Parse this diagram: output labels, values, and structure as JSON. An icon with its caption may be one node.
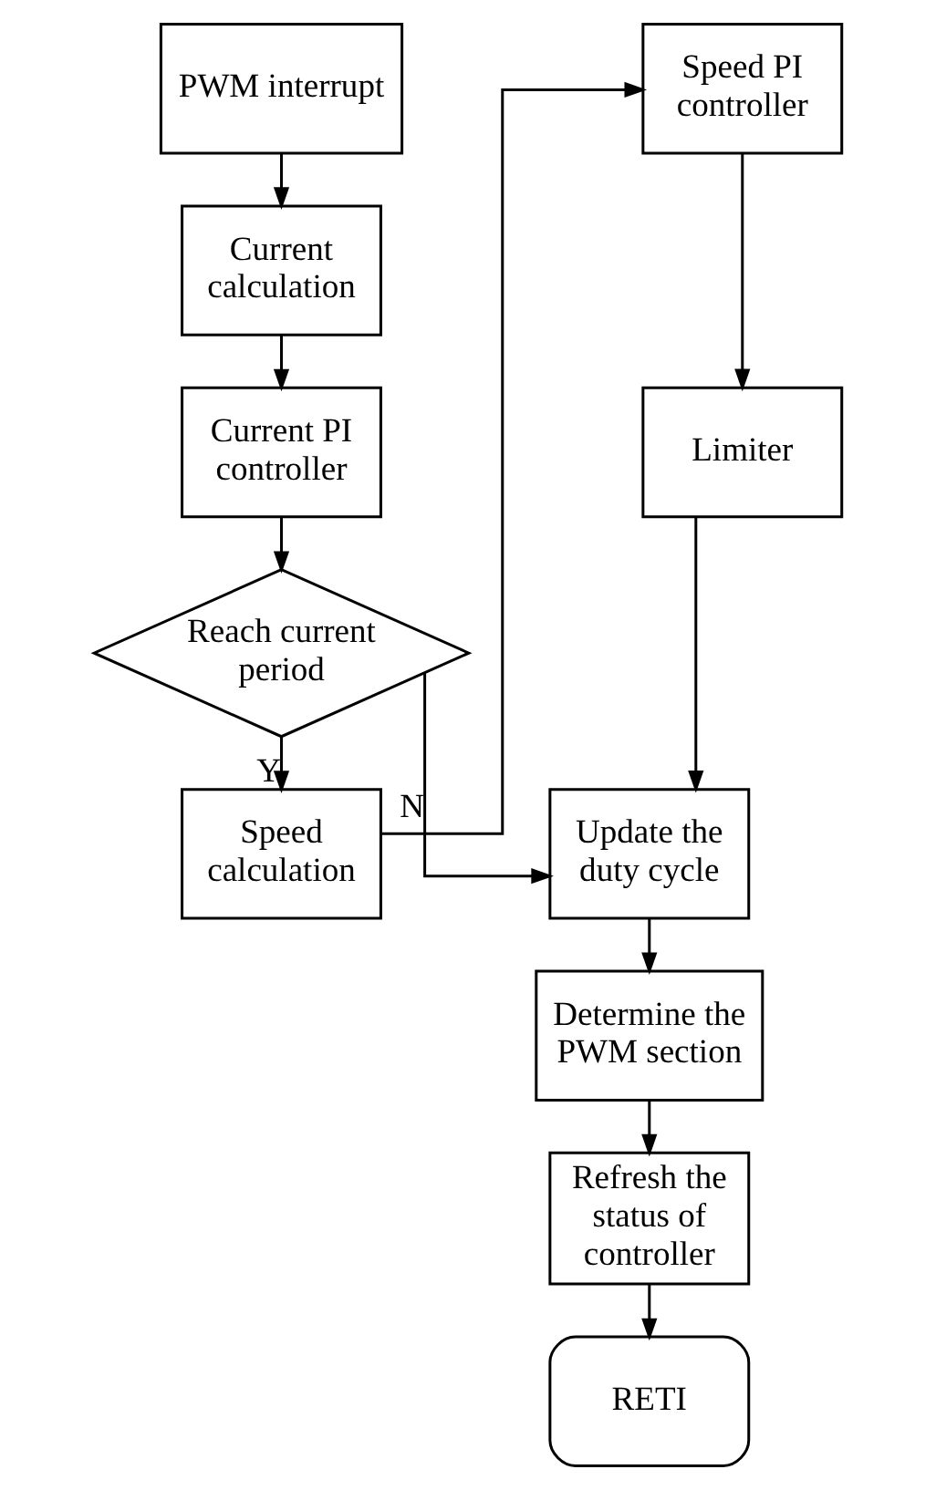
{
  "diagram": {
    "nodes": [
      {
        "text": [
          "PWM interrupt"
        ]
      },
      {
        "text": [
          "Current calculation"
        ]
      },
      {
        "text": [
          "Current PI controller"
        ]
      },
      {
        "text": [
          "Reach current period"
        ]
      },
      {
        "text": [
          "Speed calculation"
        ]
      },
      {
        "text": [
          "Speed PI controller"
        ]
      },
      {
        "text": [
          "Limiter"
        ]
      },
      {
        "text": [
          "Update the duty cycle"
        ]
      },
      {
        "text": [
          "Determine the PWM section"
        ]
      },
      {
        "text": [
          "Refresh the status of controller"
        ]
      },
      {
        "text": [
          "RETI"
        ]
      }
    ],
    "edges": [
      {
        "from": 0,
        "to": 1,
        "arrow": "to"
      },
      {
        "from": 1,
        "to": 2,
        "arrow": "to"
      },
      {
        "from": 2,
        "to": 3,
        "arrow": "to"
      },
      {
        "from": 3,
        "to": 4,
        "arrow": "to",
        "label": "Y"
      },
      {
        "from": 3,
        "to": 7,
        "arrow": "to",
        "label": "N"
      },
      {
        "from": 4,
        "to": 5,
        "arrow": "to"
      },
      {
        "from": 5,
        "to": 6,
        "arrow": "to"
      },
      {
        "from": 6,
        "to": 7,
        "arrow": "to"
      },
      {
        "from": 7,
        "to": 8,
        "arrow": "to"
      },
      {
        "from": 8,
        "to": 9,
        "arrow": "to"
      },
      {
        "from": 9,
        "to": 10,
        "arrow": "to"
      }
    ]
  }
}
